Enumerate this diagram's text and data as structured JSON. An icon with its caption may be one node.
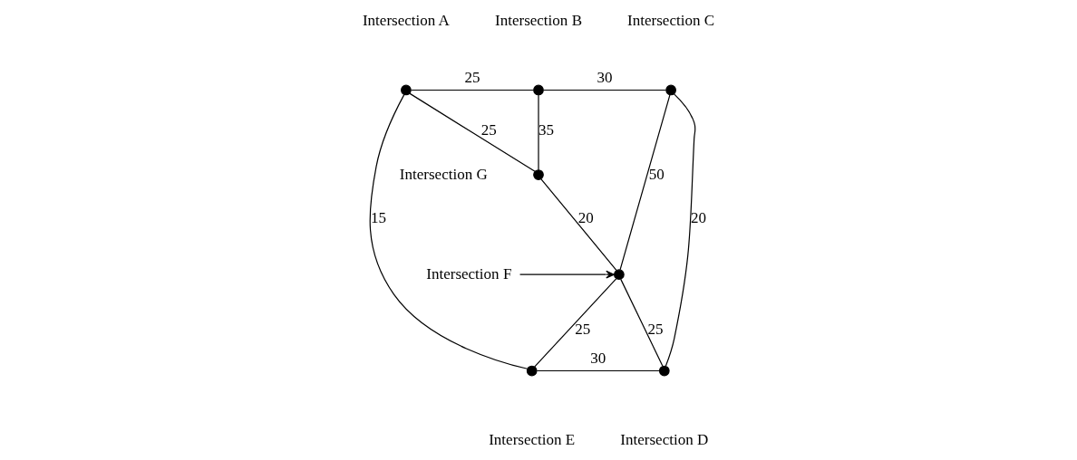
{
  "diagram": {
    "nodes": [
      {
        "text": [],
        "shape": "circle",
        "beside": [
          "Intersection A"
        ]
      },
      {
        "text": [],
        "shape": "circle",
        "beside": [
          "Intersection B"
        ]
      },
      {
        "text": [],
        "shape": "circle",
        "beside": [
          "Intersection C"
        ]
      },
      {
        "text": [],
        "shape": "circle",
        "beside": [
          "Intersection G"
        ]
      },
      {
        "text": [],
        "shape": "circle"
      },
      {
        "text": [
          "Intersection F"
        ]
      },
      {
        "text": [],
        "shape": "circle",
        "beside": [
          "Intersection E"
        ]
      },
      {
        "text": [],
        "shape": "circle",
        "beside": [
          "Intersection D"
        ]
      }
    ],
    "edges": [
      {
        "from": 0,
        "to": 1,
        "arrow": "none",
        "label": "25"
      },
      {
        "from": 1,
        "to": 2,
        "arrow": "none",
        "label": "30"
      },
      {
        "from": 0,
        "to": 3,
        "arrow": "none",
        "label": "25"
      },
      {
        "from": 1,
        "to": 3,
        "arrow": "none",
        "label": "35"
      },
      {
        "from": 3,
        "to": 4,
        "arrow": "none",
        "label": "20"
      },
      {
        "from": 2,
        "to": 4,
        "arrow": "none",
        "label": "50"
      },
      {
        "from": 0,
        "to": 6,
        "arrow": "none",
        "label": "15"
      },
      {
        "from": 2,
        "to": 7,
        "arrow": "none",
        "label": "20"
      },
      {
        "from": 4,
        "to": 6,
        "arrow": "none",
        "label": "25"
      },
      {
        "from": 4,
        "to": 7,
        "arrow": "none",
        "label": "25"
      },
      {
        "from": 6,
        "to": 7,
        "arrow": "none",
        "label": "30"
      },
      {
        "from": 5,
        "to": 4,
        "arrow": "to"
      }
    ]
  }
}
